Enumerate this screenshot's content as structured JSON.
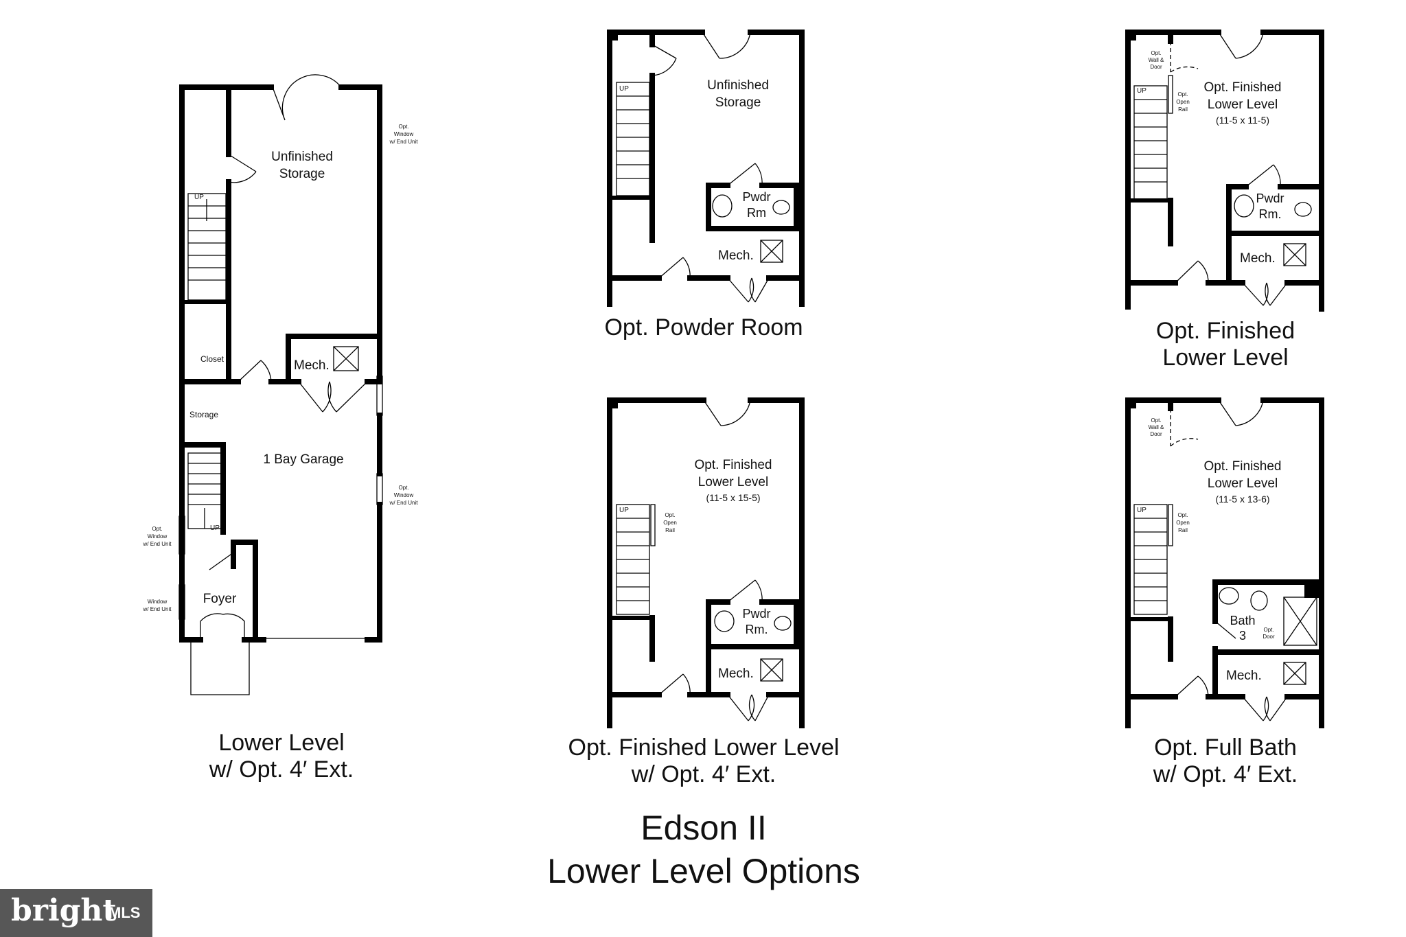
{
  "plans": {
    "lower_level": {
      "caption_line1": "Lower Level",
      "caption_line2": "w/ Opt. 4′ Ext.",
      "unfinished_storage_1": "Unfinished",
      "unfinished_storage_2": "Storage",
      "closet": "Closet",
      "mech": "Mech.",
      "storage": "Storage",
      "garage": "1 Bay Garage",
      "foyer": "Foyer",
      "up_top": "UP",
      "up_bottom": "UP",
      "opt_window_a_1": "Opt.",
      "opt_window_a_2": "Window",
      "opt_window_a_3": "w/ End Unit",
      "opt_window_b_1": "Opt.",
      "opt_window_b_2": "Window",
      "opt_window_b_3": "w/ End Unit",
      "opt_window_c_1": "Opt.",
      "opt_window_c_2": "Window",
      "opt_window_c_3": "w/ End Unit",
      "window_d_1": "Window",
      "window_d_2": "w/ End Unit"
    },
    "powder_room": {
      "caption": "Opt. Powder Room",
      "storage_1": "Unfinished",
      "storage_2": "Storage",
      "pwdr_1": "Pwdr",
      "pwdr_2": "Rm",
      "mech": "Mech.",
      "up": "UP"
    },
    "finished_lower": {
      "caption_line1": "Opt. Finished",
      "caption_line2": "Lower Level",
      "room_1": "Opt. Finished",
      "room_2": "Lower Level",
      "room_dim": "(11-5 x 11-5)",
      "wall_1": "Opt.",
      "wall_2": "Wall &",
      "wall_3": "Door",
      "rail_1": "Opt.",
      "rail_2": "Open",
      "rail_3": "Rail",
      "pwdr_1": "Pwdr",
      "pwdr_2": "Rm.",
      "mech": "Mech.",
      "up": "UP"
    },
    "finished_lower_ext": {
      "caption_line1": "Opt. Finished Lower Level",
      "caption_line2": "w/ Opt. 4′ Ext.",
      "room_1": "Opt. Finished",
      "room_2": "Lower Level",
      "room_dim": "(11-5 x 15-5)",
      "rail_1": "Opt.",
      "rail_2": "Open",
      "rail_3": "Rail",
      "pwdr_1": "Pwdr",
      "pwdr_2": "Rm.",
      "mech": "Mech.",
      "up": "UP"
    },
    "full_bath_ext": {
      "caption_line1": "Opt. Full Bath",
      "caption_line2": "w/ Opt. 4′ Ext.",
      "room_1": "Opt. Finished",
      "room_2": "Lower Level",
      "room_dim": "(11-5 x 13-6)",
      "wall_1": "Opt.",
      "wall_2": "Wall &",
      "wall_3": "Door",
      "rail_1": "Opt.",
      "rail_2": "Open",
      "rail_3": "Rail",
      "bath_1": "Bath",
      "bath_2": "3",
      "door_1": "Opt.",
      "door_2": "Door",
      "mech": "Mech.",
      "up": "UP"
    }
  },
  "title_line1": "Edson II",
  "title_line2": "Lower Level Options",
  "watermark": {
    "word": "bright",
    "suffix": "MLS"
  }
}
